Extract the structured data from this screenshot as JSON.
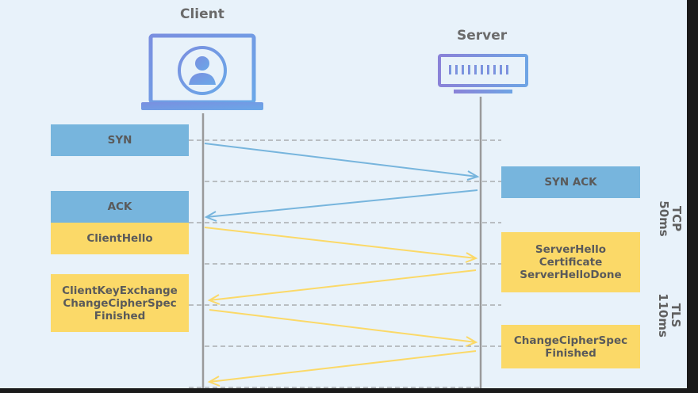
{
  "endpoints": {
    "client_label": "Client",
    "server_label": "Server"
  },
  "messages": [
    {
      "id": "syn",
      "text": "SYN",
      "from": "client",
      "kind": "tcp"
    },
    {
      "id": "syn_ack",
      "text": "SYN ACK",
      "from": "server",
      "kind": "tcp"
    },
    {
      "id": "ack",
      "text": "ACK",
      "from": "client",
      "kind": "tcp"
    },
    {
      "id": "client_hello",
      "text": "ClientHello",
      "from": "client",
      "kind": "tls"
    },
    {
      "id": "server_hello",
      "text": "ServerHello\nCertificate\nServerHelloDone",
      "from": "server",
      "kind": "tls"
    },
    {
      "id": "client_key_exchange",
      "text": "ClientKeyExchange\nChangeCipherSpec\nFinished",
      "from": "client",
      "kind": "tls"
    },
    {
      "id": "server_finished",
      "text": "ChangeCipherSpec\nFinished",
      "from": "server",
      "kind": "tls"
    }
  ],
  "phases": {
    "tcp": "TCP\n50ms",
    "tls": "TLS\n110ms"
  },
  "colors": {
    "tcp": "#77b5dd",
    "tls": "#fbd968",
    "lifeline": "#9a9a9a",
    "background": "#e8f2fa"
  }
}
